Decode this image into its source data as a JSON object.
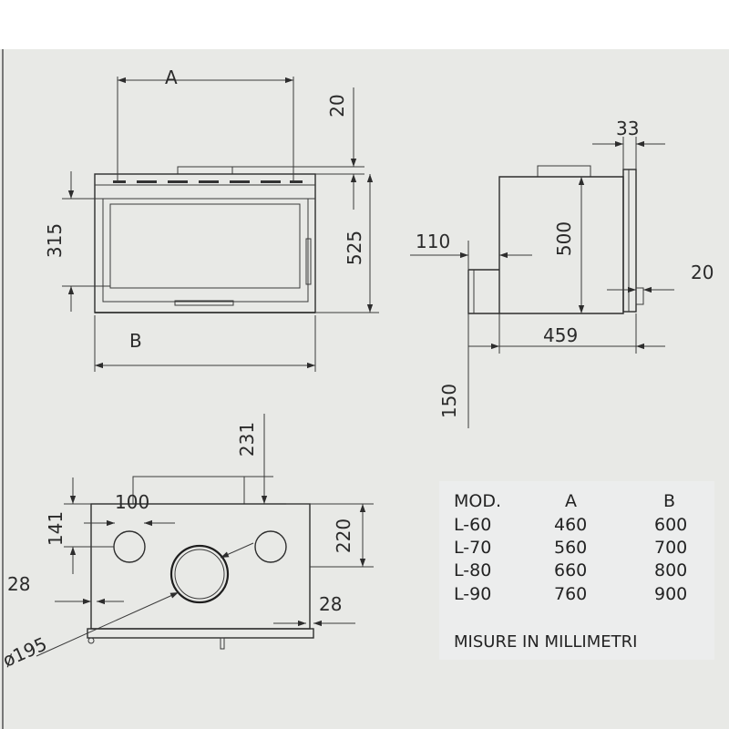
{
  "front_view": {
    "label_a": "A",
    "label_b": "B",
    "dim_left_height": "315",
    "dim_top": "20",
    "dim_right_height": "525"
  },
  "side_view": {
    "dim_top": "33",
    "dim_height": "500",
    "dim_step": "110",
    "dim_right": "20",
    "dim_depth": "459",
    "dim_bottom": "150"
  },
  "top_view": {
    "dim_top": "231",
    "dim_hole_offset": "100",
    "dim_left": "141",
    "dim_right": "220",
    "dim_left_edge": "28",
    "dim_right_edge": "28",
    "dim_diameter": "ø195"
  },
  "models_table": {
    "headers": [
      "MOD.",
      "A",
      "B"
    ],
    "rows": [
      [
        "L-60",
        "460",
        "600"
      ],
      [
        "L-70",
        "560",
        "700"
      ],
      [
        "L-80",
        "660",
        "800"
      ],
      [
        "L-90",
        "760",
        "900"
      ]
    ],
    "note": "MISURE IN MILLIMETRI"
  }
}
